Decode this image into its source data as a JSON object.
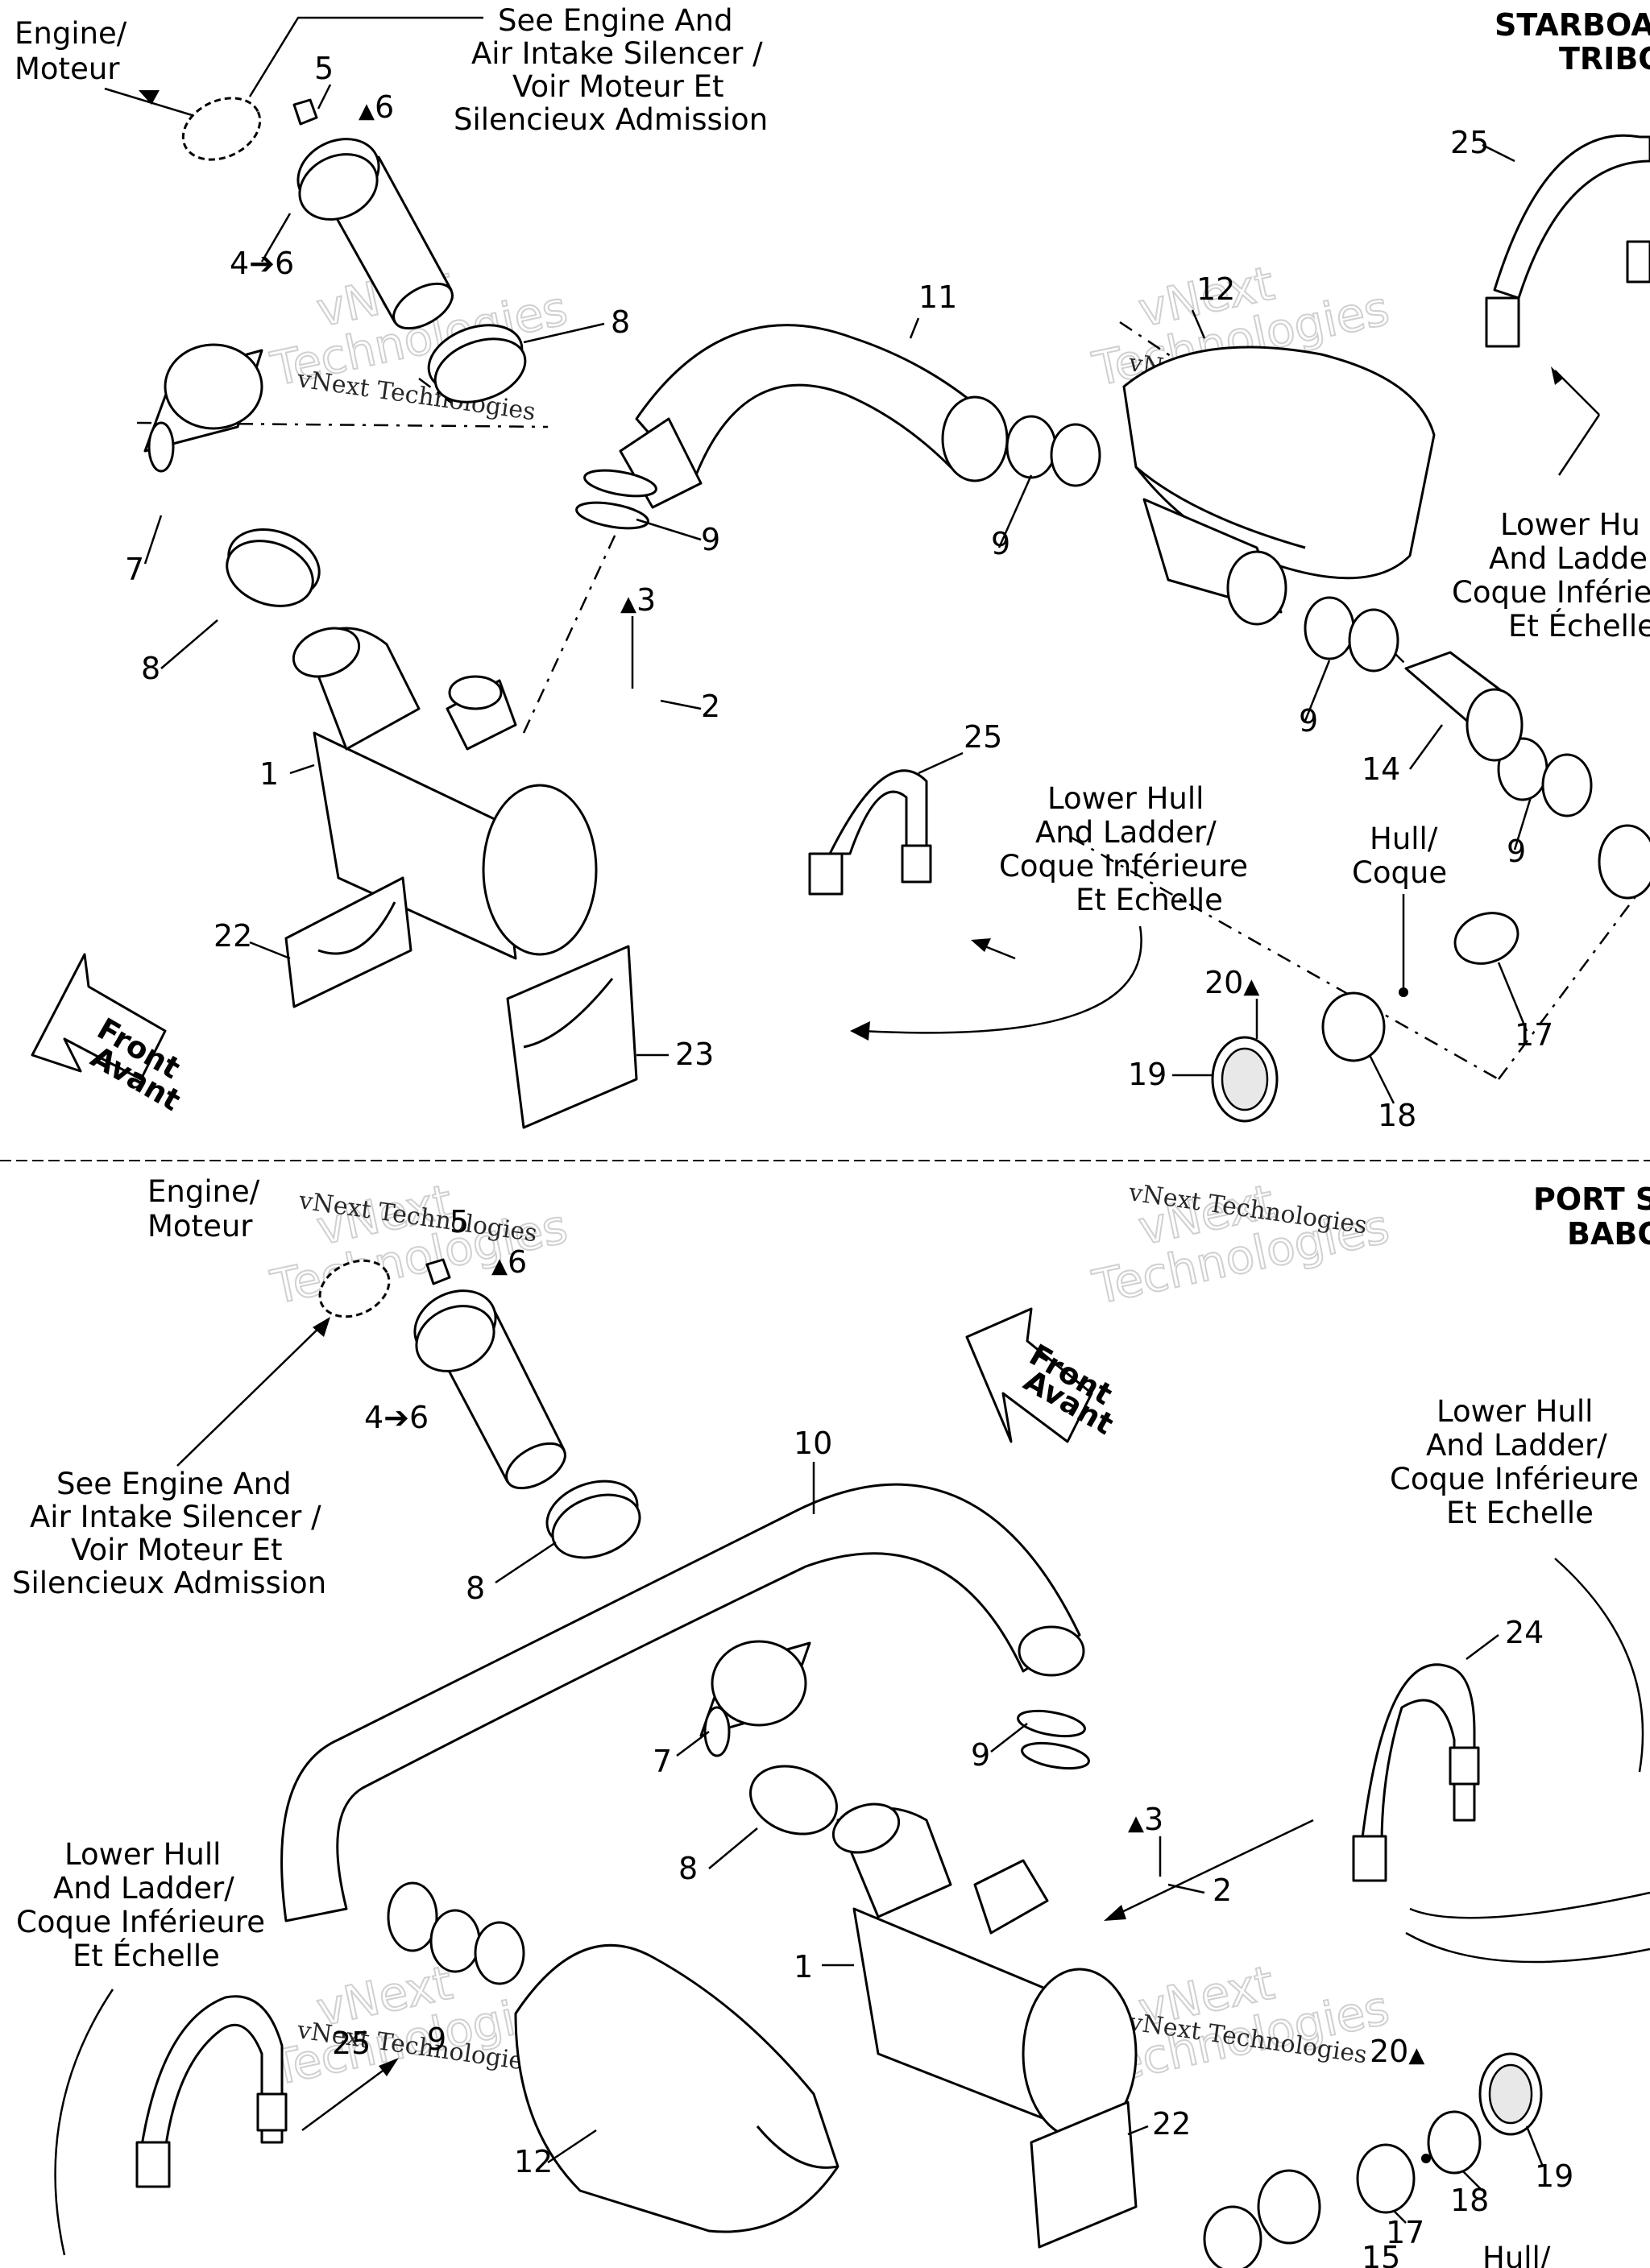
{
  "sections": {
    "starboard": {
      "title_line1": "STARBOA",
      "title_line2": "TRIBO",
      "engine_label": [
        "Engine/",
        "Moteur"
      ],
      "see_engine_label": [
        "See Engine And",
        "Air Intake Silencer /",
        "Voir Moteur Et",
        "Silencieux Admission"
      ],
      "lower_hull_label_right": [
        "Lower Hu",
        "And Ladde",
        "Coque Inférie",
        "Et Échelle"
      ],
      "lower_hull_label_center": [
        "Lower Hull",
        "And Ladder/",
        "Coque Inférieure",
        "Et Echelle"
      ],
      "hull_label": [
        "Hull/",
        "Coque"
      ],
      "front_arrow": [
        "Front",
        "Avant"
      ],
      "callouts": [
        "1",
        "2",
        "3",
        "4➔6",
        "5",
        "6",
        "7",
        "8",
        "8",
        "9",
        "9",
        "9",
        "9",
        "11",
        "12",
        "14",
        "17",
        "18",
        "19",
        "20",
        "22",
        "23",
        "25",
        "25"
      ]
    },
    "port": {
      "title_line1": "PORT S",
      "title_line2": "BABO",
      "engine_label": [
        "Engine/",
        "Moteur"
      ],
      "see_engine_label": [
        "See Engine And",
        "Air Intake Silencer /",
        "Voir Moteur Et",
        "Silencieux Admission"
      ],
      "lower_hull_label_right": [
        "Lower Hull",
        "And Ladder/",
        "Coque Inférieure",
        "Et Echelle"
      ],
      "lower_hull_label_left": [
        "Lower Hull",
        "And Ladder/",
        "Coque Inférieure",
        "Et Échelle"
      ],
      "hull_label": [
        "Hull/"
      ],
      "front_arrow": [
        "Front",
        "Avant"
      ],
      "callouts": [
        "1",
        "2",
        "3",
        "4➔6",
        "5",
        "6",
        "7",
        "8",
        "8",
        "9",
        "9",
        "10",
        "12",
        "15",
        "17",
        "18",
        "19",
        "20",
        "22",
        "24",
        "25"
      ]
    }
  },
  "watermark": {
    "line_small": "vNext Technologies",
    "line_big_top": "vNext",
    "line_big_bottom": "Technologies"
  },
  "icon_names": [
    "drop-icon",
    "arrow-right-icon",
    "front-arrow-icon"
  ]
}
